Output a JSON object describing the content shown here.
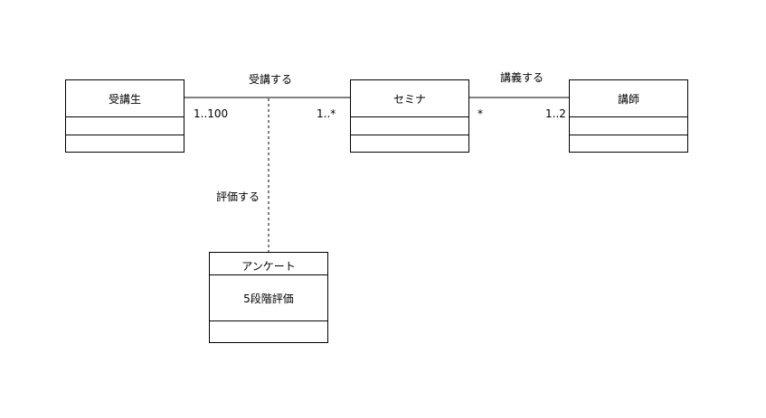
{
  "diagram": {
    "classes": {
      "student": {
        "name": "受講生"
      },
      "seminar": {
        "name": "セミナ"
      },
      "instructor": {
        "name": "講師"
      },
      "survey": {
        "name": "アンケート",
        "attribute": "5段階評価"
      }
    },
    "associations": {
      "attend": {
        "label": "受講する",
        "mult_student": "1..100",
        "mult_seminar": "1..*"
      },
      "lecture": {
        "label": "講義する",
        "mult_seminar": "*",
        "mult_instructor": "1..2"
      },
      "evaluate": {
        "label": "評価する"
      }
    }
  }
}
